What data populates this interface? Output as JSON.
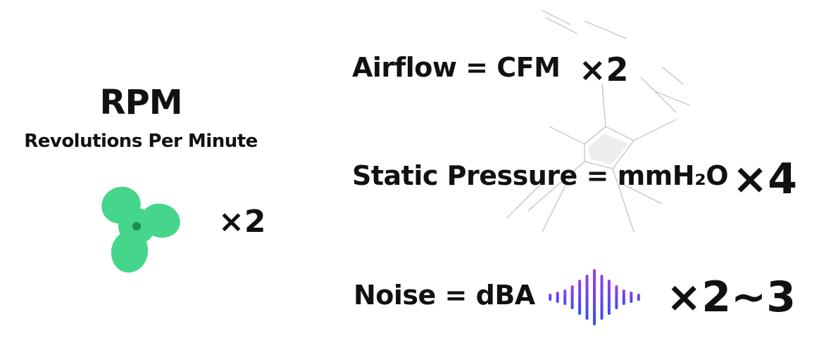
{
  "rpm": {
    "title": "RPM",
    "subtitle": "Revolutions Per Minute",
    "multiplier": "×2",
    "icon": "fan-icon",
    "icon_color": "#45d68c"
  },
  "rows": {
    "airflow": {
      "label": "Airflow = CFM",
      "multiplier": "×2"
    },
    "pressure": {
      "label": "Static Pressure = mmH₂O",
      "multiplier": "×4"
    },
    "noise": {
      "label": "Noise = dBA",
      "multiplier": "×2~3",
      "icon": "sound-wave-icon"
    }
  },
  "colors": {
    "wave_start": "#9b3cf0",
    "wave_end": "#3a4df0"
  }
}
